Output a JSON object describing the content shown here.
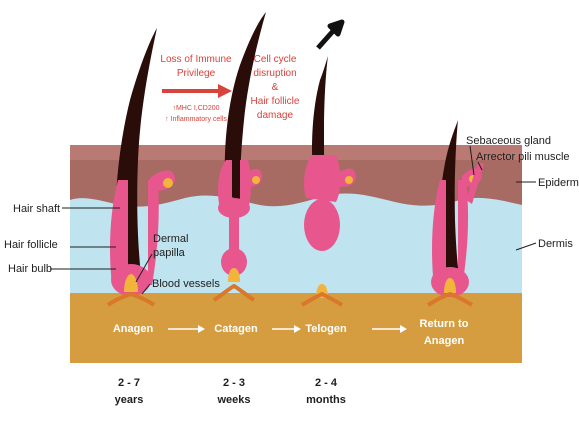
{
  "diagram": {
    "left_labels": {
      "hair_shaft": "Hair shaft",
      "hair_follicle": "Hair follicle",
      "hair_bulb": "Hair bulb"
    },
    "inner_labels": {
      "dermal_papilla_1": "Dermal",
      "dermal_papilla_2": "papilla",
      "blood_vessels": "Blood vessels"
    },
    "right_labels": {
      "sebaceous_gland": "Sebaceous gland",
      "arrector_pili": "Arrector pili muscle",
      "epidermis": "Epiderm",
      "dermis": "Dermis"
    },
    "annotations": {
      "immune_1": "Loss of Immune",
      "immune_2": "Privilege",
      "immune_3": "↑MHC  I,CD200",
      "immune_4": "↑ Inflammatory cells",
      "cellcycle_1": "Cell cycle",
      "cellcycle_2": "disruption",
      "cellcycle_3": "&",
      "cellcycle_4": "Hair follicle",
      "cellcycle_5": "damage"
    },
    "stages": {
      "anagen": "Anagen",
      "catagen": "Catagen",
      "telogen": "Telogen",
      "return_1": "Return to",
      "return_2": "Anagen"
    },
    "durations": {
      "anagen_1": "2 - 7",
      "anagen_2": "years",
      "catagen_1": "2 - 3",
      "catagen_2": "weeks",
      "telogen_1": "2 - 4",
      "telogen_2": "months"
    },
    "colors": {
      "epidermis": "#a86b63",
      "dermis": "#bfe4f0",
      "subcutis": "#d59d3f",
      "follicle": "#e7578e",
      "hair": "#2a0c08",
      "papilla": "#f2b43a",
      "vessel": "#d9782a",
      "annotation_red": "#d8433b"
    }
  }
}
